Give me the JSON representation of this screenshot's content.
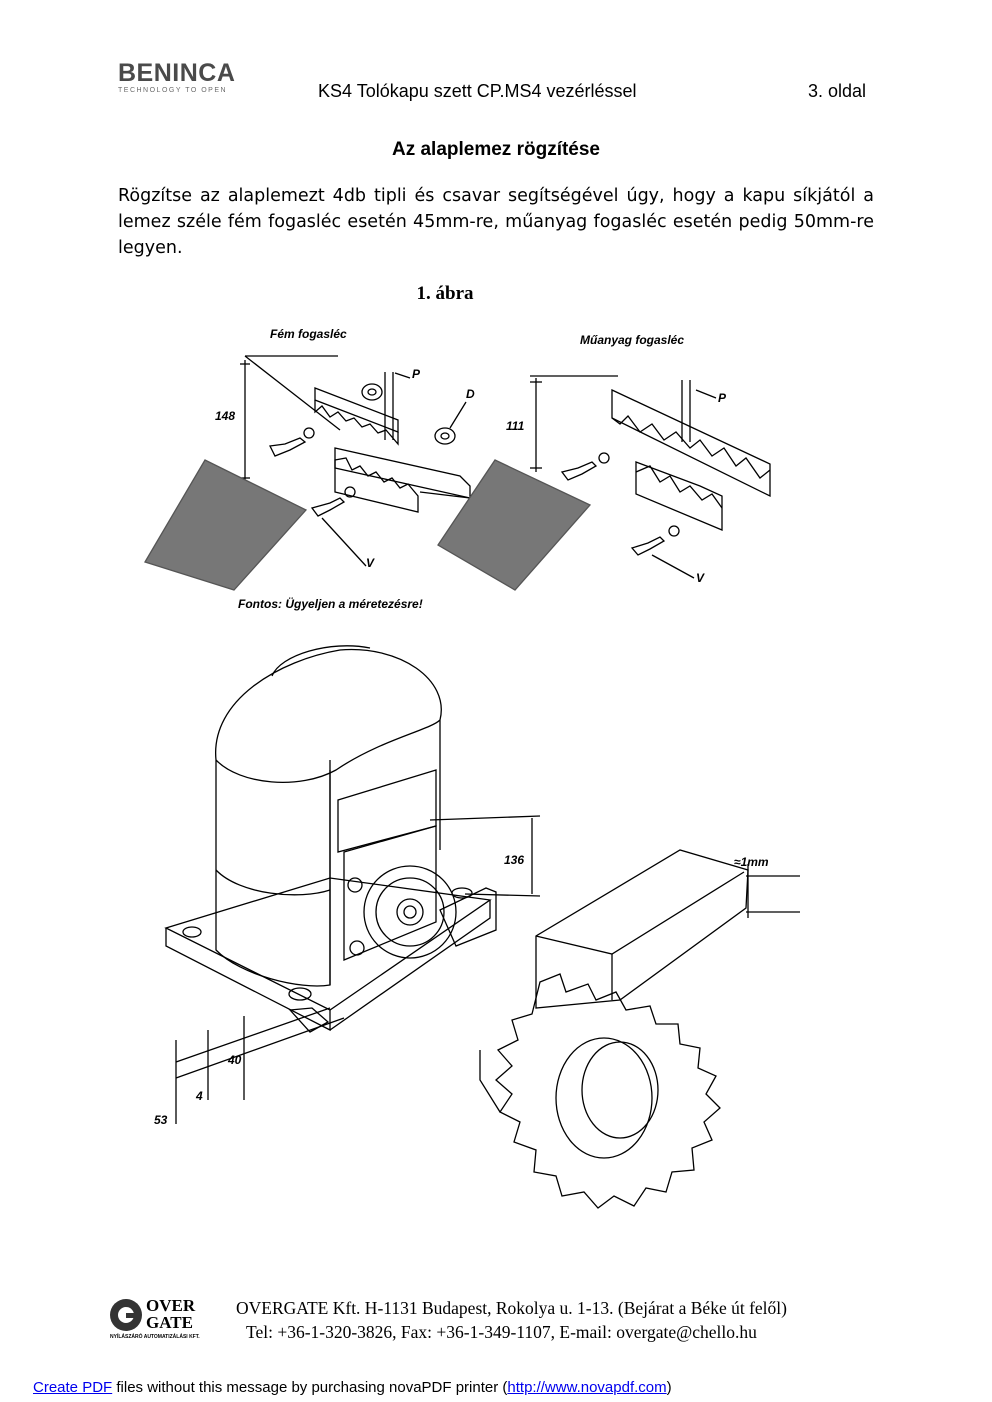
{
  "header": {
    "logo_brand": "BENINCA",
    "logo_tagline": "TECHNOLOGY TO OPEN",
    "title": "KS4 Tolókapu szett CP.MS4 vezérléssel",
    "page": "3. oldal"
  },
  "section": {
    "heading": "Az alaplemez rögzítése",
    "body": "Rögzítse az alaplemezt 4db tipli és csavar segítségével úgy, hogy a kapu síkjától a lemez széle fém fogasléc esetén 45mm-re, műanyag fogasléc esetén pedig 50mm-re legyen."
  },
  "figure": {
    "caption": "1. ábra",
    "left_label": "Fém fogasléc",
    "right_label": "Műanyag fogasléc",
    "dim_left": "148",
    "dim_right": "111",
    "label_p": "P",
    "label_d": "D",
    "label_v": "V",
    "warning": "Fontos: Ügyeljen a méretezésre!",
    "dim_136": "136",
    "dim_gap": "≈1mm",
    "dim_40": "40",
    "dim_4": "4",
    "dim_53": "53"
  },
  "footer": {
    "logo_top": "OVER",
    "logo_bottom": "GATE",
    "logo_sub": "NYÍLÁSZÁRÓ AUTOMATIZÁLÁSI KFT.",
    "line1": "OVERGATE Kft. H-1131 Budapest, Rokolya u. 1-13. (Bejárat a Béke út felől)",
    "line2": "Tel: +36-1-320-3826, Fax: +36-1-349-1107, E-mail: overgate@chello.hu"
  },
  "nova": {
    "link1": "Create PDF",
    "middle": " files without this message by purchasing novaPDF printer (",
    "link2": "http://www.novapdf.com",
    "end": ")"
  }
}
